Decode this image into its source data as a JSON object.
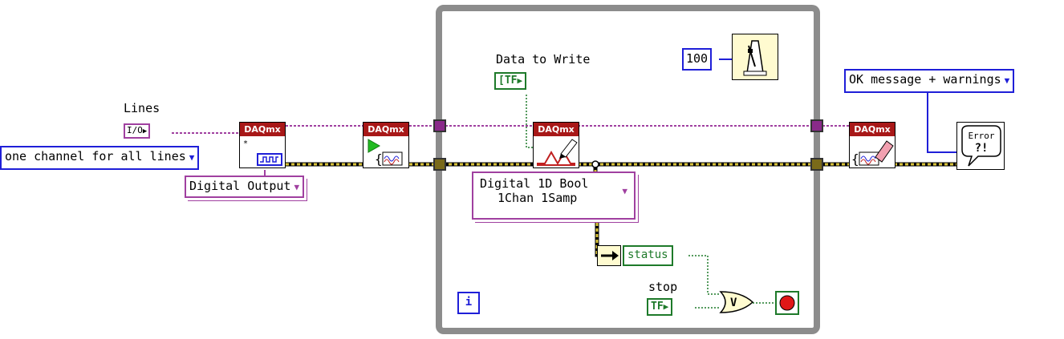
{
  "labels": {
    "lines": "Lines",
    "data_to_write": "Data to Write",
    "stop": "stop"
  },
  "controls": {
    "lines_terminal": "I/O",
    "data_terminal": "TF",
    "stop_terminal": "TF"
  },
  "rings": {
    "channel_grouping": "one channel for all lines",
    "channel_type": "Digital Output",
    "write_mode_line1": "Digital 1D Bool",
    "write_mode_line2": "1Chan 1Samp",
    "error_dialog_mode": "OK message + warnings"
  },
  "constants": {
    "wait_ms": "100"
  },
  "nodes": {
    "create_channel": "DAQmx",
    "start_task": "DAQmx",
    "write": "DAQmx",
    "clear_task": "DAQmx",
    "status": "status",
    "or_gate": "V",
    "iteration": "i",
    "error_line1": "Error",
    "error_line2": "?!"
  },
  "colors": {
    "blue_ring": "#1f1fd8",
    "purple_wire": "#a040a0",
    "error_wire_yellow": "#d9c33a",
    "boolean_green": "#1e7a2a",
    "daqmx_header": "#a81818",
    "loop_gray": "#8c8c8c"
  }
}
